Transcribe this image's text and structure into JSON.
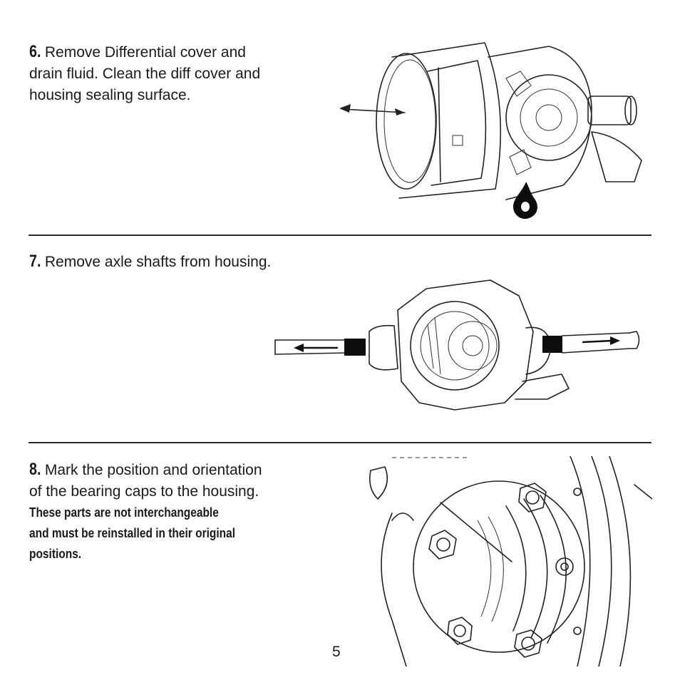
{
  "steps": [
    {
      "number": "6.",
      "text": "Remove Differential cover and drain fluid.  Clean the diff cover and housing sealing surface.",
      "lines": [
        "Remove Differential cover and",
        "drain fluid.  Clean the diff cover and",
        "housing sealing surface."
      ]
    },
    {
      "number": "7.",
      "text": "Remove axle shafts from housing."
    },
    {
      "number": "8.",
      "lines": [
        "Mark the position and orientation",
        "of the bearing caps to the housing."
      ],
      "warning_lines": [
        "These parts are not interchangeable",
        "and must be reinstalled in their original",
        "positions."
      ]
    }
  ],
  "page_number": "5"
}
